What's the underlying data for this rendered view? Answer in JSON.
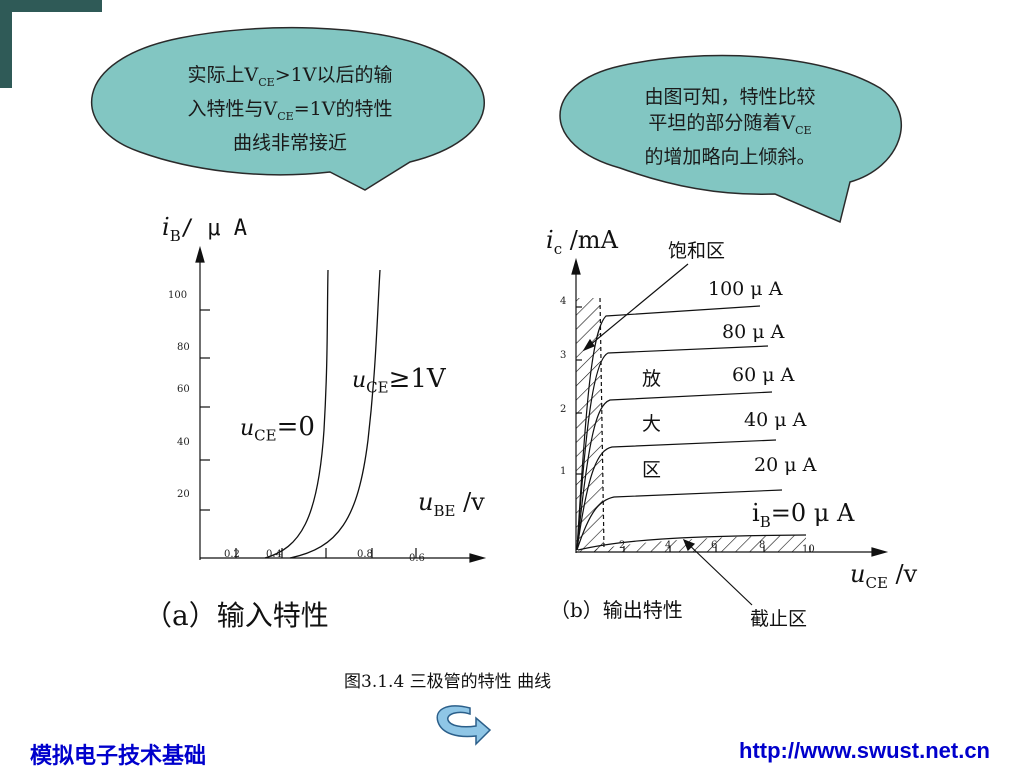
{
  "colors": {
    "bubble_fill": "#82c6c2",
    "bubble_stroke": "#2a2a2a",
    "corner": "#2f5a57",
    "footer": "#0000cc"
  },
  "bubble_left": {
    "lines": [
      "实际上V",
      "CE",
      ">1V以后的输",
      "入特性与V",
      "CE",
      "=1V的特性",
      "曲线非常接近"
    ]
  },
  "bubble_right": {
    "lines": [
      "由图可知，特性比较",
      "平坦的部分随着V",
      "CE",
      "的增加略向上倾斜。"
    ]
  },
  "input_chart": {
    "y_axis": {
      "var": "i",
      "sub": "B",
      "unit": "/ μ A"
    },
    "x_axis": {
      "var": "u",
      "sub": "BE",
      "unit": " /v"
    },
    "y_ticks": [
      "100",
      "80",
      "60",
      "40",
      "20"
    ],
    "x_ticks": [
      "0.2",
      "0.4",
      "",
      "0.8",
      "0.6"
    ],
    "curve_ce0": {
      "var": "u",
      "sub": "CE",
      "tail": "=0"
    },
    "curve_ce1": {
      "var": "u",
      "sub": "CE",
      "tail": "≥1V"
    },
    "caption": "（a）输入特性"
  },
  "output_chart": {
    "y_axis": {
      "var": "i",
      "sub": "c",
      "unit": " /mA"
    },
    "x_axis": {
      "var": "u",
      "sub": "CE",
      "unit": " /v"
    },
    "y_ticks": [
      "4",
      "3",
      "2",
      "1"
    ],
    "x_ticks": [
      "2",
      "4",
      "6",
      "8",
      "10"
    ],
    "ib_labels": [
      "100 μ A",
      "80 μ A",
      "60 μ A",
      "40 μ A",
      "20 μ A"
    ],
    "ib_zero": {
      "sub": "B",
      "text": "=0 μ A"
    },
    "region_saturation": "饱和区",
    "region_active": [
      "放",
      "大",
      "区"
    ],
    "region_cutoff": "截止区",
    "caption": "（b）输出特性"
  },
  "figure_caption": "图3.1.4  三极管的特性 曲线",
  "footer": {
    "left": "模拟电子技术基础",
    "right": "http://www.swust.net.cn"
  }
}
